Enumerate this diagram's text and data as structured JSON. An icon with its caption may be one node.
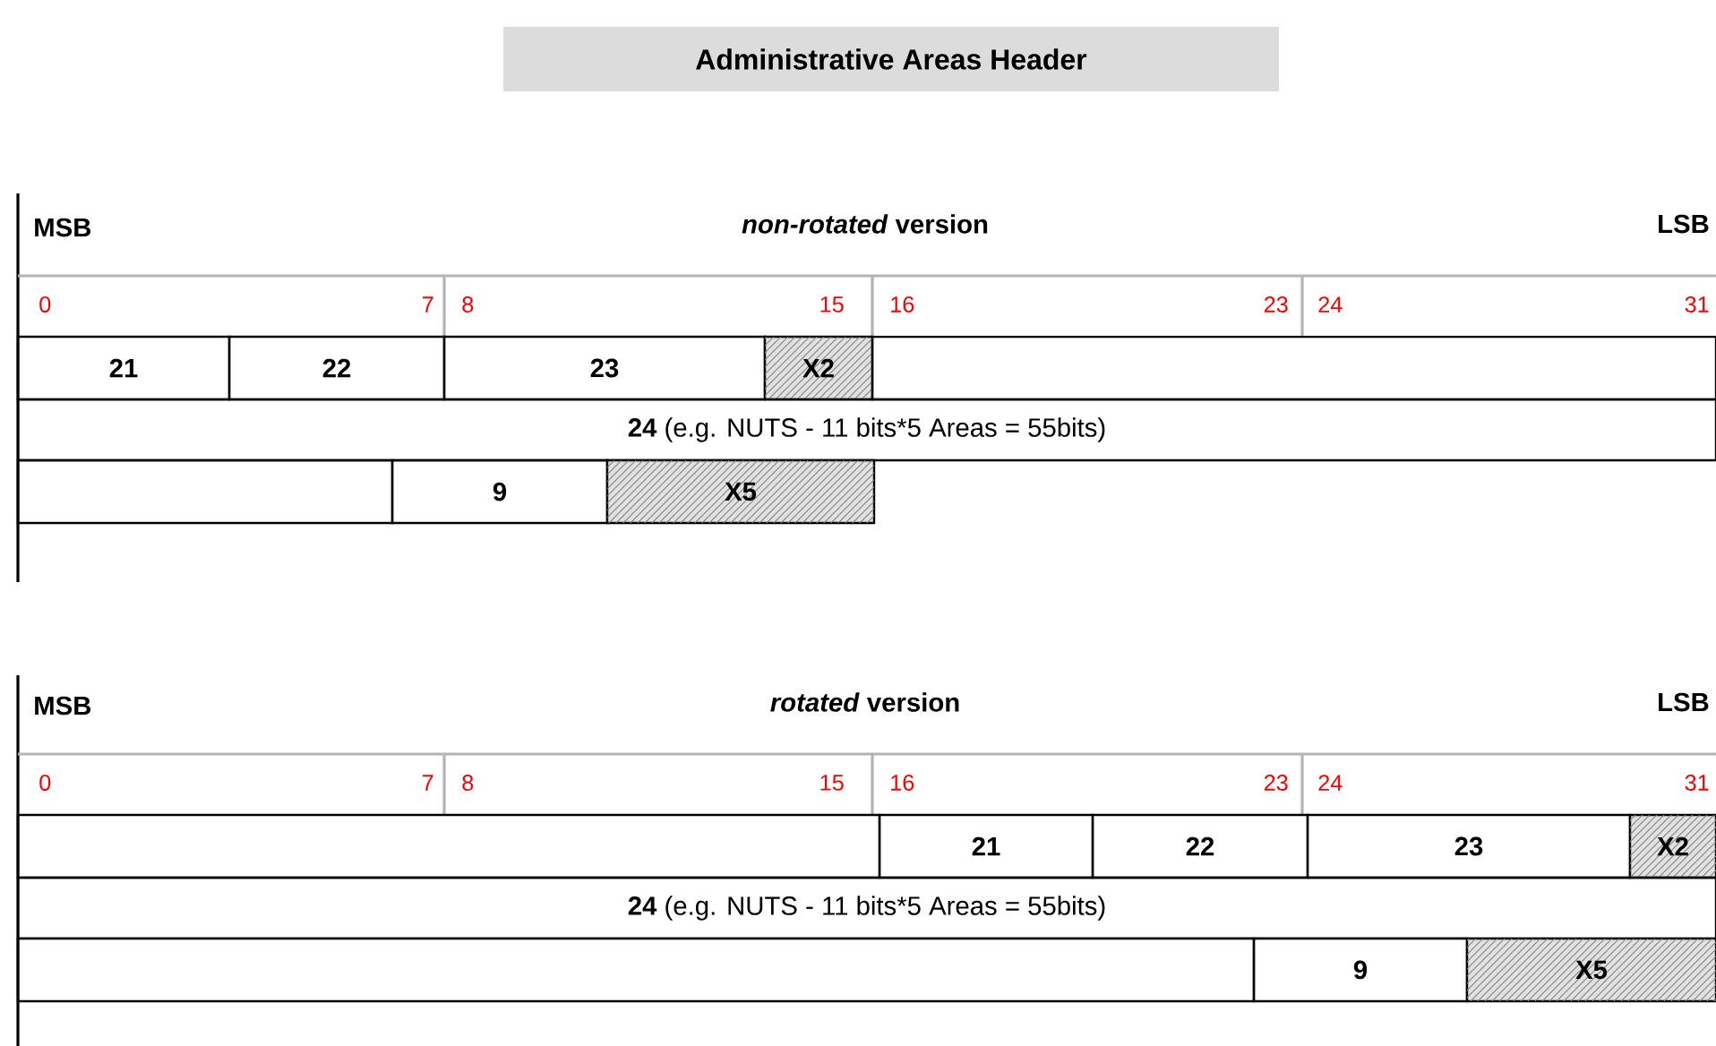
{
  "diagram": {
    "title": "Administrative Areas Header",
    "nodes": [
      {
        "text": [
          "21"
        ]
      },
      {
        "text": [
          "22"
        ]
      },
      {
        "text": [
          "23"
        ]
      },
      {
        "text": [
          "X2"
        ]
      },
      {
        "text": [],
        "shape": "box"
      },
      {
        "text": [
          "**24** (e.g.  NUTS - 11 bits*5 Areas = 55bits)"
        ]
      },
      {
        "text": [],
        "shape": "box"
      },
      {
        "text": [
          "9"
        ]
      },
      {
        "text": [
          "X5"
        ]
      },
      {
        "text": [],
        "shape": "box"
      },
      {
        "text": [
          "21"
        ]
      },
      {
        "text": [
          "22"
        ]
      },
      {
        "text": [
          "23"
        ]
      },
      {
        "text": [
          "X2"
        ]
      },
      {
        "text": [
          "**24** (e.g.  NUTS - 11 bits*5 Areas = 55bits)"
        ]
      },
      {
        "text": [],
        "shape": "box"
      },
      {
        "text": [
          "9"
        ]
      },
      {
        "text": [
          "X5"
        ]
      }
    ],
    "labels": [
      "MSB",
      "*non-rotated* version",
      "LSB",
      "0",
      "7",
      "8",
      "15",
      "16",
      "23",
      "24",
      "31",
      "MSB",
      "*rotated* version",
      "LSB",
      "0",
      "7",
      "8",
      "15",
      "16",
      "23",
      "24",
      "31"
    ]
  }
}
